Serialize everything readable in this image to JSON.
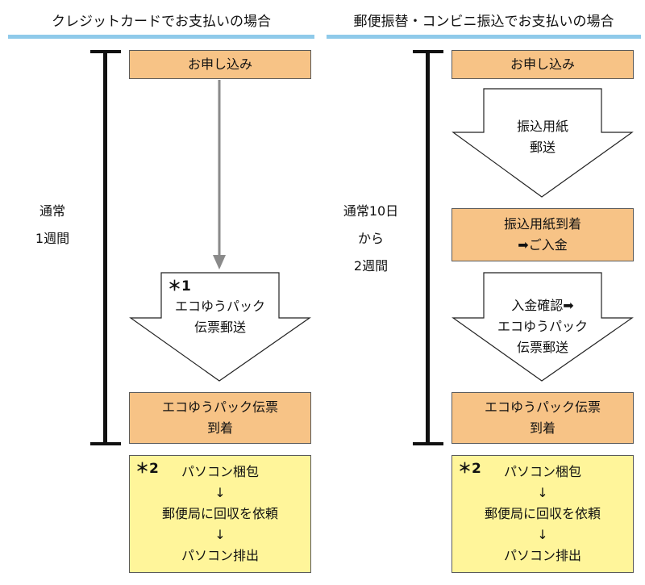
{
  "left": {
    "header": "クレジットカードでお支払いの場合",
    "duration": [
      "通常",
      "1週間"
    ],
    "apply": "お申し込み",
    "arrow_note": "＊1",
    "arrow_lines": [
      "エコゆうパック",
      "伝票郵送"
    ],
    "arrive": [
      "エコゆうパック伝票",
      "到着"
    ],
    "final": {
      "note": "＊2",
      "lines": [
        "パソコン梱包",
        "↓",
        "郵便局に回収を依頼",
        "↓",
        "パソコン排出"
      ]
    }
  },
  "right": {
    "header": "郵便振替・コンビニ振込でお支払いの場合",
    "duration": [
      "通常10日",
      "から",
      "2週間"
    ],
    "apply": "お申し込み",
    "arrow1_lines": [
      "振込用紙",
      "郵送"
    ],
    "payment": [
      "振込用紙到着",
      "➡ご入金"
    ],
    "arrow2_lines": [
      "入金確認➡",
      "エコゆうパック",
      "伝票郵送"
    ],
    "arrive": [
      "エコゆうパック伝票",
      "到着"
    ],
    "final": {
      "note": "＊2",
      "lines": [
        "パソコン梱包",
        "↓",
        "郵便局に回収を依頼",
        "↓",
        "パソコン排出"
      ]
    }
  },
  "colors": {
    "header_rule": "#8fcaea",
    "orange_box": "#f7c386",
    "yellow_box": "#fff59a",
    "connector": "#8a8a8a"
  }
}
